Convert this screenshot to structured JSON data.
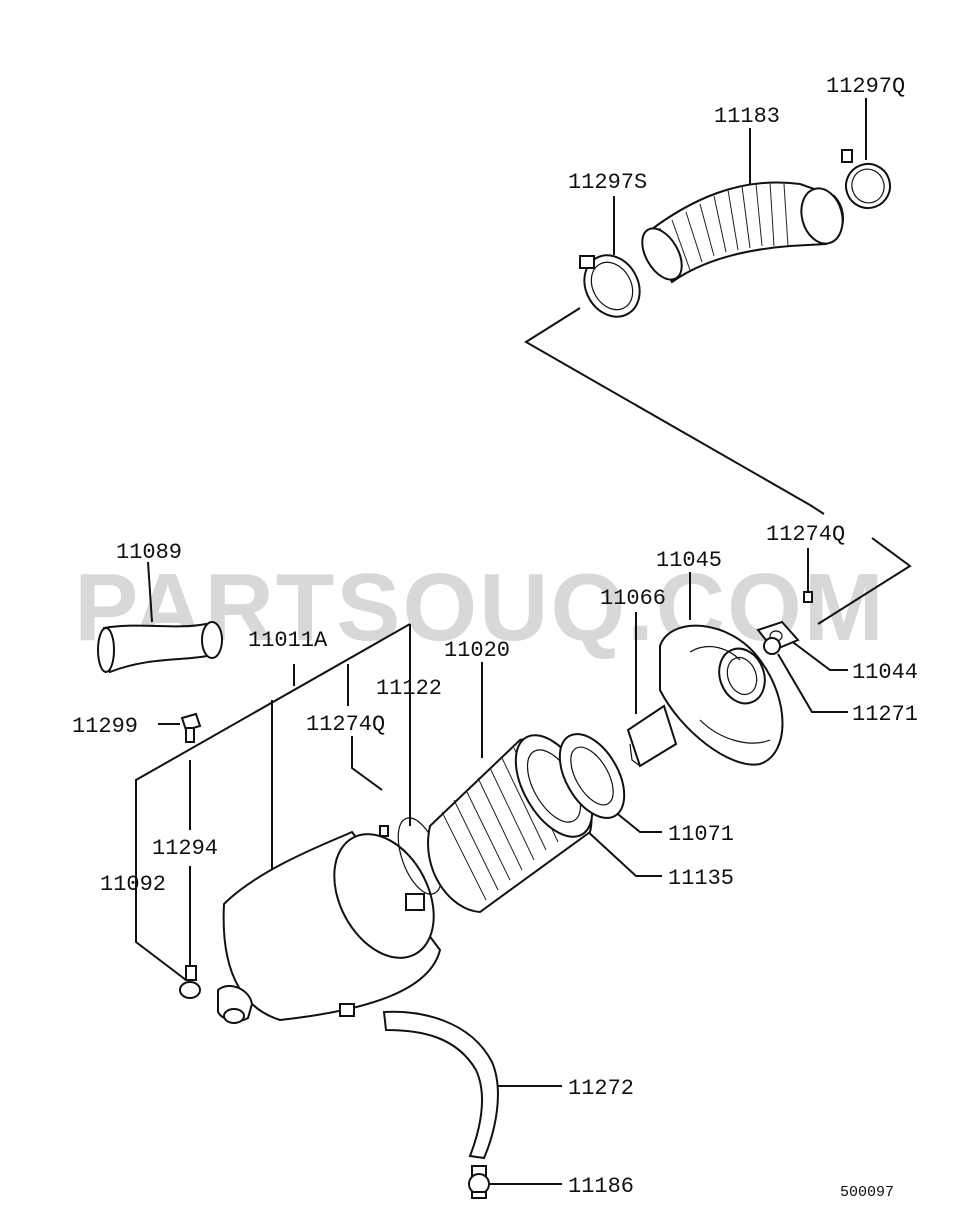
{
  "watermark": "PARTSOUQ.COM",
  "diagram_id": "500097",
  "labels": {
    "p11297Q_top": "11297Q",
    "p11183": "11183",
    "p11297S": "11297S",
    "p11274Q_right": "11274Q",
    "p11045": "11045",
    "p11066": "11066",
    "p11044": "11044",
    "p11271": "11271",
    "p11089": "11089",
    "p11011A": "11011A",
    "p11020": "11020",
    "p11122": "11122",
    "p11274Q_left": "11274Q",
    "p11299": "11299",
    "p11294": "11294",
    "p11092": "11092",
    "p11071": "11071",
    "p11135": "11135",
    "p11272": "11272",
    "p11186": "11186"
  }
}
